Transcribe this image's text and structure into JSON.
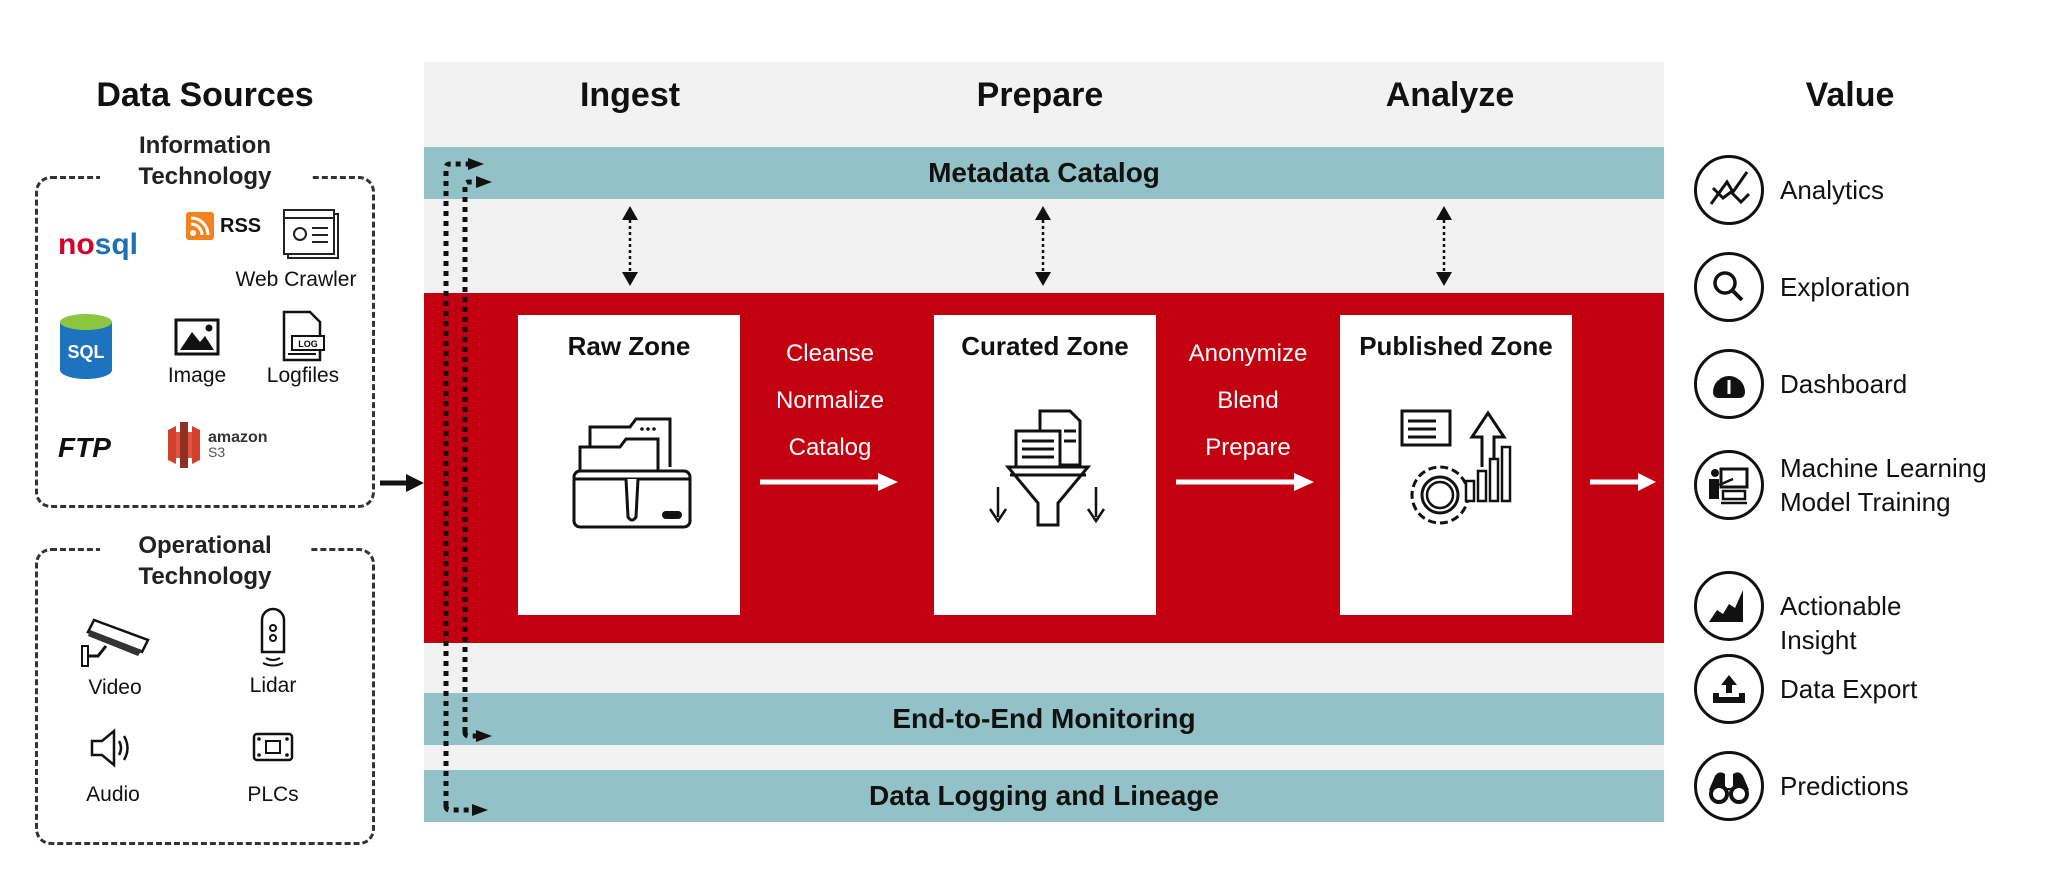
{
  "columns": {
    "data_sources": "Data Sources",
    "ingest": "Ingest",
    "prepare": "Prepare",
    "analyze": "Analyze",
    "value": "Value"
  },
  "information_technology": {
    "title": "Information\nTechnology",
    "title_line1": "Information",
    "title_line2": "Technology",
    "items": {
      "nosql": {
        "label_a": "no",
        "label_b": "sql"
      },
      "rss": "RSS",
      "web_crawler": "Web Crawler",
      "sql": "SQL",
      "image": "Image",
      "logfiles": "Logfiles",
      "log_tag": "LOG",
      "ftp": "FTP",
      "amazon": "amazon",
      "s3": "S3"
    }
  },
  "operational_technology": {
    "title_line1": "Operational",
    "title_line2": "Technology",
    "items": {
      "video": "Video",
      "lidar": "Lidar",
      "audio": "Audio",
      "plcs": "PLCs"
    }
  },
  "bands": {
    "metadata_catalog": "Metadata Catalog",
    "monitoring": "End-to-End Monitoring",
    "logging": "Data Logging and Lineage"
  },
  "zones": {
    "raw": "Raw Zone",
    "curated": "Curated Zone",
    "published": "Published Zone"
  },
  "transitions": {
    "raw_to_curated": [
      "Cleanse",
      "Normalize",
      "Catalog"
    ],
    "curated_to_published": [
      "Anonymize",
      "Blend",
      "Prepare"
    ]
  },
  "value_items": [
    {
      "label": "Analytics",
      "icon": "line-chart-icon"
    },
    {
      "label": "Exploration",
      "icon": "search-icon"
    },
    {
      "label": "Dashboard",
      "icon": "gauge-icon"
    },
    {
      "label": "Machine Learning\nModel Training",
      "icon": "presentation-icon"
    },
    {
      "label": "Actionable\nInsight",
      "icon": "area-chart-icon"
    },
    {
      "label": "Data Export",
      "icon": "upload-tray-icon"
    },
    {
      "label": "Predictions",
      "icon": "binoculars-icon"
    }
  ],
  "colors": {
    "pipeline_red": "#c3000f",
    "band_teal": "#92c1c7",
    "panel_gray": "#f2f2f2",
    "nosql_red": "#d6002a",
    "nosql_blue": "#1f6fb5",
    "sql_blue": "#1e73be",
    "rss_orange": "#f5821f",
    "s3_red": "#d2402c"
  }
}
